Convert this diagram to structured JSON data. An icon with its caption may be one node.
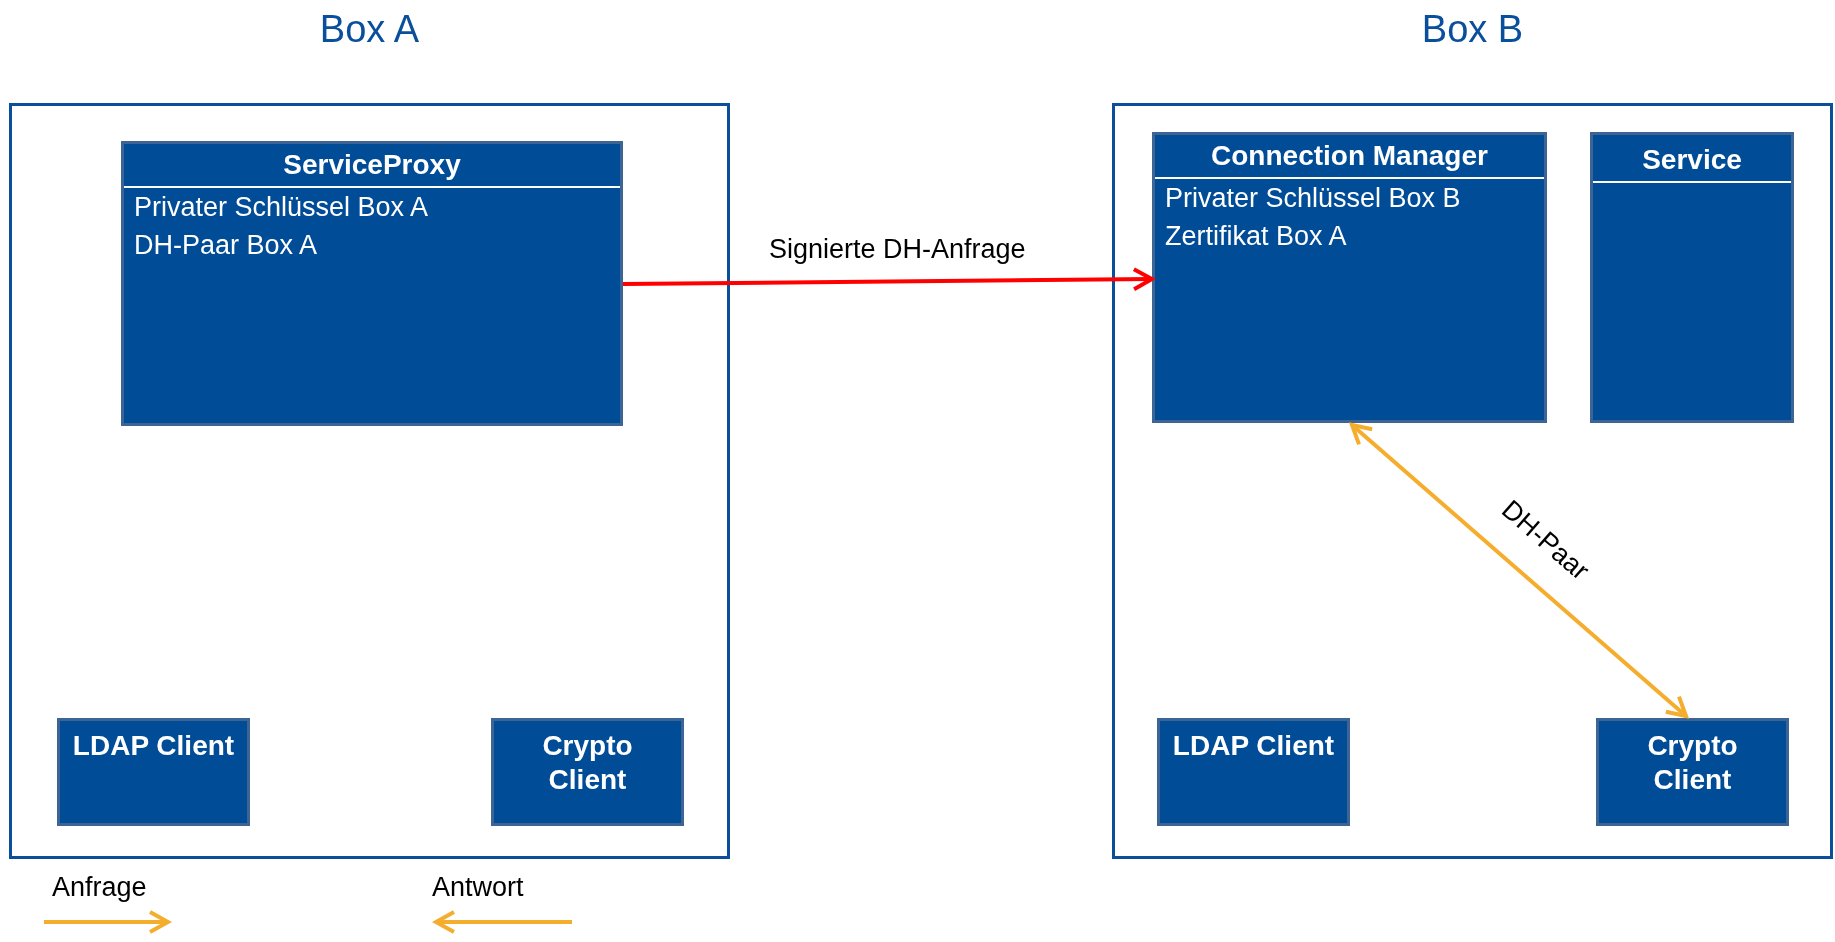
{
  "diagram": {
    "nodes": [
      {
        "text": [
          "Box A"
        ]
      },
      {
        "text": [
          "ServiceProxy",
          "Privater Schlüssel Box A",
          "DH-Paar Box A"
        ],
        "in": 0
      },
      {
        "text": [
          "LDAP Client"
        ],
        "in": 0
      },
      {
        "text": [
          "Crypto Client"
        ],
        "in": 0
      },
      {
        "text": [
          "Box B"
        ]
      },
      {
        "text": [
          "Connection Manager",
          "Privater Schlüssel Box B",
          "Zertifikat Box A"
        ],
        "in": 4
      },
      {
        "text": [
          "Service"
        ],
        "in": 4
      },
      {
        "text": [
          "LDAP Client"
        ],
        "in": 4
      },
      {
        "text": [
          "Crypto Client"
        ],
        "in": 4
      }
    ],
    "edges": [
      {
        "from": 1,
        "to": 5,
        "arrow": "to",
        "label": "Signierte DH-Anfrage",
        "color": "#ff0000"
      },
      {
        "from": 5,
        "to": 8,
        "arrow": "both",
        "label": "DH-Paar",
        "color": "#f5ad2e"
      }
    ],
    "legend": [
      {
        "text": "Anfrage"
      },
      {
        "text": "Antwort"
      }
    ]
  }
}
